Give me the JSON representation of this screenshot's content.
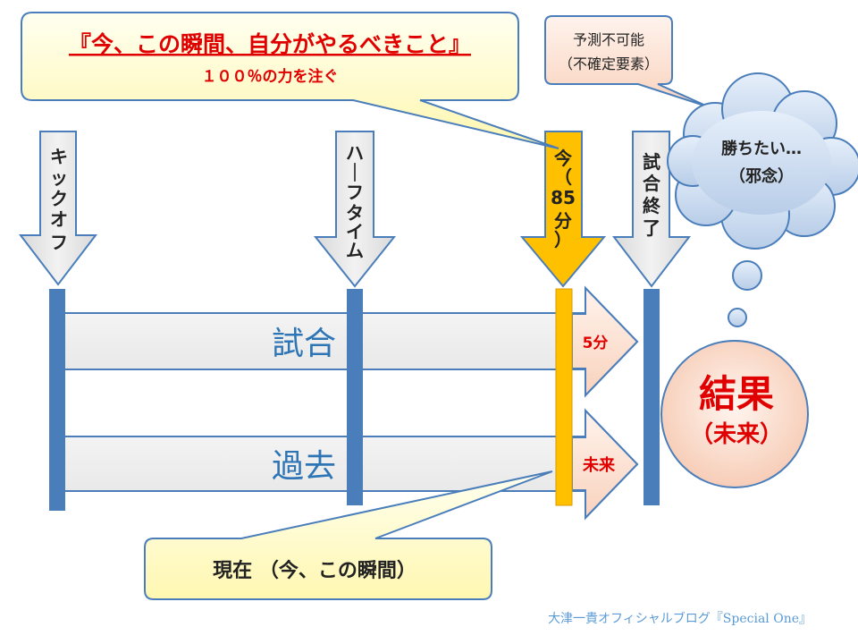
{
  "callout_top": {
    "main": "『今、この瞬間、自分がやるべきこと』",
    "sub": "１００％の力を注ぐ"
  },
  "callout_unpredictable": {
    "line1": "予測不可能",
    "line2": "（不確定要素）"
  },
  "thought_bubble": {
    "line1": "勝ちたい…",
    "line2": "（邪念）"
  },
  "markers": {
    "kickoff": [
      "キ",
      "ッ",
      "ク",
      "オ",
      "フ"
    ],
    "halftime": [
      "ハ",
      "｜",
      "フ",
      "タ",
      "イ",
      "ム"
    ],
    "now": [
      "今",
      "（",
      "85",
      "分",
      "）"
    ],
    "fulltime": [
      "試",
      "合",
      "終",
      "了"
    ]
  },
  "rows": {
    "match": "試合",
    "past": "過去"
  },
  "arrow_labels": {
    "remaining": "5分",
    "future": "未来"
  },
  "result": {
    "line1": "結果",
    "line2": "（未来）"
  },
  "callout_present": "現在 （今、この瞬間）",
  "watermark": "大津一貴オフィシャルブログ『Special One』",
  "colors": {
    "post_blue": "#4A7EBB",
    "now_orange": "#FFC000",
    "red": "#E00000",
    "text_blue": "#2E75B6"
  }
}
